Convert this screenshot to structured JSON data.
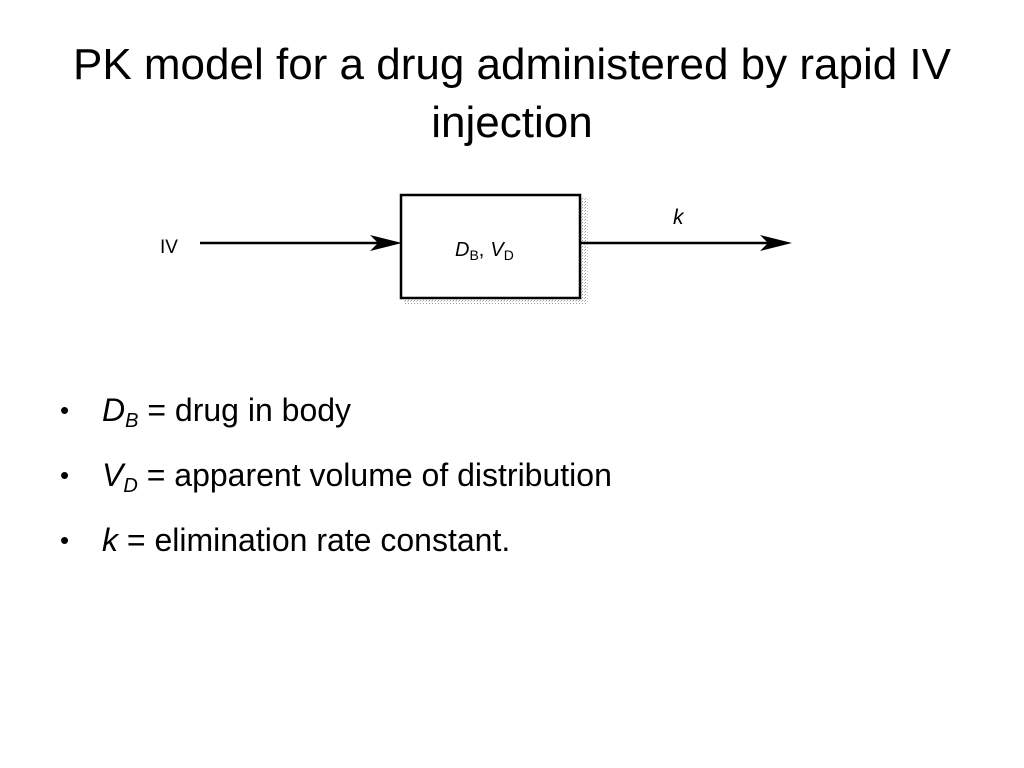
{
  "slide": {
    "title": "PK model for a drug administered by rapid IV injection"
  },
  "diagram": {
    "input_label": "IV",
    "compartment": {
      "db_symbol": "D",
      "db_subscript": "B",
      "separator": ",",
      "vd_symbol": "V",
      "vd_subscript": "D"
    },
    "elimination_label": "k"
  },
  "bullets": [
    {
      "symbol": "D",
      "subscript": "B",
      "text": " = drug in body"
    },
    {
      "symbol": "V",
      "subscript": "D",
      "text": " = apparent volume of distribution"
    },
    {
      "symbol": "k",
      "subscript": "",
      "text": " = elimination rate constant."
    }
  ],
  "bullet_glyph": "•"
}
